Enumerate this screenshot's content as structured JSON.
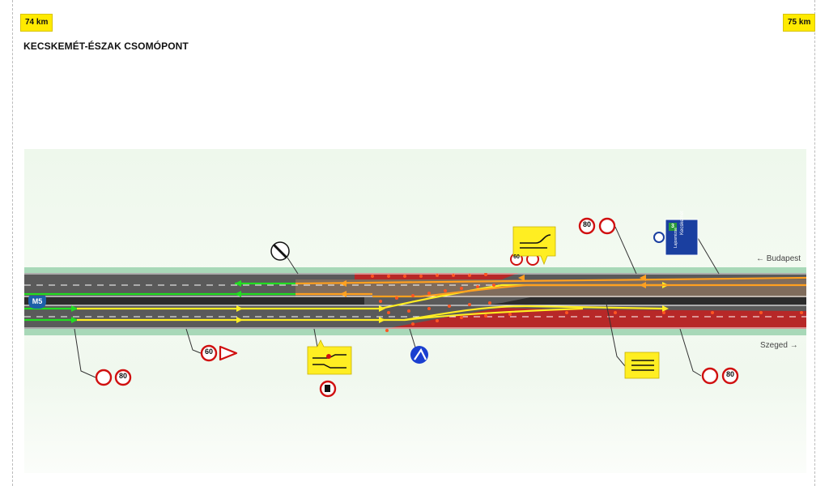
{
  "km_markers": {
    "start": "74 km",
    "end": "75 km"
  },
  "title": "KECSKEMÉT-ÉSZAK CSOMÓPONT",
  "directions": {
    "north": "Budapest",
    "south": "Szeged"
  },
  "motorway_shield": "M5",
  "speed_signs": {
    "limit_80": "80",
    "limit_60": "60"
  },
  "exit_sign": {
    "exit_number": "3",
    "destination": "Kecskemét",
    "subtitle": "Lajosmizse"
  },
  "icons": {
    "end_restriction": "end-of-restriction-icon",
    "no_overtaking_trucks": "truck-overtaking-ban-icon",
    "keep_right": "keep-right-icon",
    "lane_merge": "lane-merge-sign-icon",
    "lane_shift": "lane-shift-sign-icon",
    "lane_split": "lane-split-sign-icon",
    "give_way": "give-way-icon",
    "gas_station": "fuel-icon"
  },
  "colors": {
    "green_lane": "#22dd22",
    "yellow_lane": "#ffee22",
    "orange_lane": "#ffa020",
    "work_zone": "#c82020",
    "road": "#5a5a5a",
    "verge": "#a8d8b8"
  }
}
